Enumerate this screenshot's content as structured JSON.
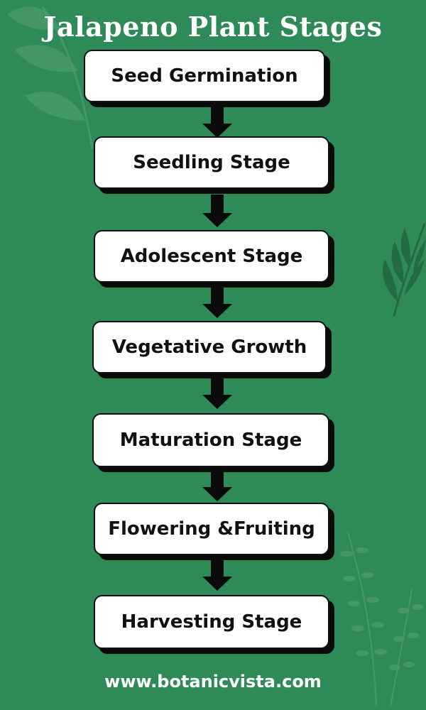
{
  "title": "Jalapeno Plant Stages",
  "stages": [
    "Seed Germination",
    "Seedling Stage",
    "Adolescent Stage",
    "Vegetative Growth",
    "Maturation Stage",
    "Flowering &Fruiting",
    "Harvesting Stage"
  ],
  "footer": "www.botanicvista.com",
  "colors": {
    "background": "#2e8a57",
    "box": "#ffffff",
    "shadow": "#0a0a0a",
    "arrow": "#0a0a0a",
    "title_text": "#ffffff"
  }
}
